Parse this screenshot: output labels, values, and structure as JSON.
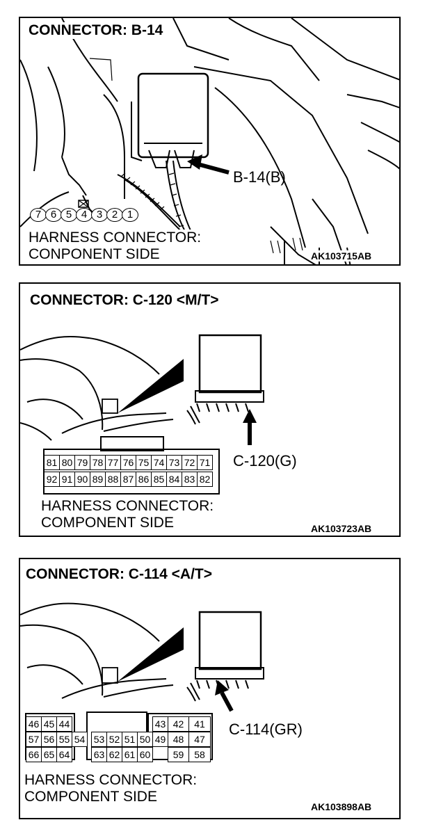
{
  "panels": [
    {
      "title": "CONNECTOR: B-14",
      "callout": "B-14(B)",
      "caption_line1": "HARNESS CONNECTOR:",
      "caption_line2": "CONPONENT SIDE",
      "code": "AK103715AB",
      "pins": [
        "7",
        "6",
        "5",
        "4",
        "3",
        "2",
        "1"
      ]
    },
    {
      "title": "CONNECTOR: C-120 <M/T>",
      "callout": "C-120(G)",
      "caption_line1": "HARNESS CONNECTOR:",
      "caption_line2": "COMPONENT SIDE",
      "code": "AK103723AB",
      "pins_top": [
        "81",
        "80",
        "79",
        "78",
        "77",
        "76",
        "75",
        "74",
        "73",
        "72",
        "71"
      ],
      "pins_bottom": [
        "92",
        "91",
        "90",
        "89",
        "88",
        "87",
        "86",
        "85",
        "84",
        "83",
        "82"
      ]
    },
    {
      "title": "CONNECTOR: C-114 <A/T>",
      "callout": "C-114(GR)",
      "caption_line1": "HARNESS CONNECTOR:",
      "caption_line2": "COMPONENT SIDE",
      "code": "AK103898AB",
      "row1_left": [
        "46",
        "45",
        "44"
      ],
      "row1_right": [
        "43",
        "42",
        "41"
      ],
      "row2": [
        "57",
        "56",
        "55",
        "54",
        "53",
        "52",
        "51",
        "50",
        "49",
        "48",
        "47"
      ],
      "row3_left": [
        "66",
        "65",
        "64"
      ],
      "row3_mid": [
        "63",
        "62",
        "61",
        "60"
      ],
      "row3_right": [
        "59",
        "58"
      ]
    }
  ]
}
